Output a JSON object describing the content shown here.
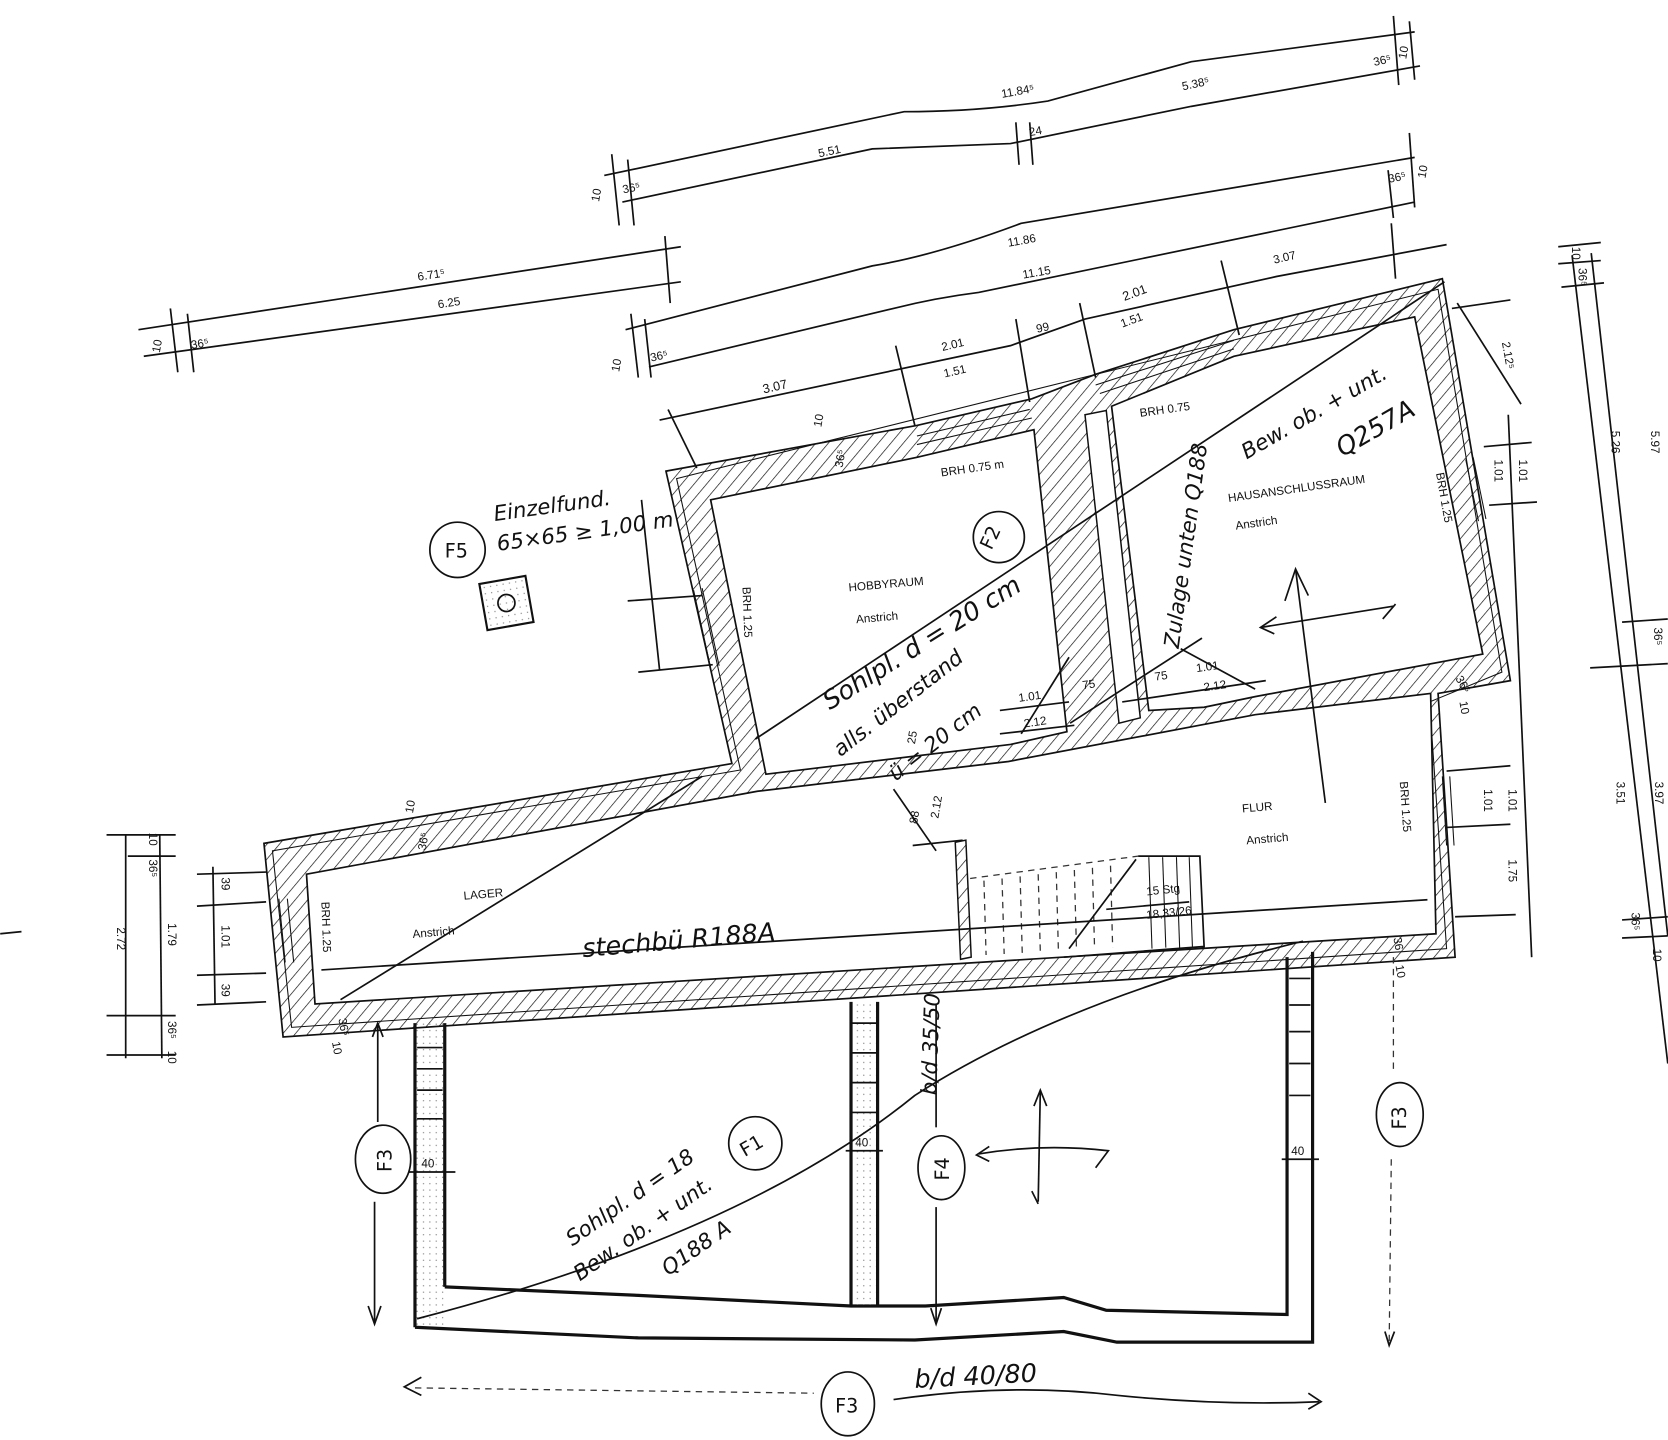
{
  "rooms": {
    "hobby": {
      "name": "HOBBYRAUM",
      "finish": "Anstrich",
      "sill_top": "BRH 0.75 m",
      "sill_left": "BRH 1.25"
    },
    "hausanschluss": {
      "name": "HAUSANSCHLUSSRAUM",
      "finish": "Anstrich",
      "sill_top": "BRH 0.75",
      "sill_right": "BRH 1.25"
    },
    "flur": {
      "name": "FLUR",
      "finish": "Anstrich",
      "sill_right": "BRH 1.25"
    },
    "lager": {
      "name": "LAGER",
      "finish": "Anstrich",
      "sill_left": "BRH 1.25"
    }
  },
  "stairs": {
    "count": "15 Stg",
    "ratio": "18,33/26"
  },
  "notes": {
    "f5_line1": "Einzelfund.",
    "f5_line2": "65×65 ≥ 1,00 m",
    "f2_line1": "Sohlpl. d = 20 cm",
    "f2_line2": "alls. überstand",
    "f2_line3": "ü = 20 cm",
    "har_line1": "Bew. ob. + unt.",
    "har_line2": "Q257A",
    "zulage": "Zulage unten Q188",
    "lager_note": "stechbü R188A",
    "f1_line1": "Sohlpl. d = 18",
    "f1_line2": "Bew. ob. + unt.",
    "f1_line3": "Q188 A",
    "f4_note": "b/d 35/50",
    "f3_note": "b/d 40/80"
  },
  "tags": {
    "f1": "F1",
    "f2": "F2",
    "f3a": "F3",
    "f3b": "F3",
    "f3c": "F3",
    "f4": "F4",
    "f5": "F5"
  },
  "dims": {
    "top": {
      "total1": "11.84⁵",
      "a": "5.51",
      "b": "24",
      "c": "5.38⁵",
      "l10": "10",
      "l365": "36⁵",
      "r365": "36⁵",
      "r10": "10"
    },
    "mid": {
      "total": "11.86",
      "inner": "11.15",
      "l10": "10",
      "l365": "36⁵",
      "r365": "36⁵",
      "r10": "10"
    },
    "upper_left": {
      "a": "6.71⁵",
      "b": "6.25",
      "l10": "10",
      "l365": "36⁵"
    },
    "row3": {
      "a": "3.07",
      "b": "2.01",
      "c": "1.51",
      "d": "99",
      "e": "2.01",
      "f": "1.51",
      "g": "3.07",
      "l10": "10",
      "l365": "36⁵"
    },
    "walls": {
      "hobby10": "10",
      "hobby365": "36⁵",
      "lager10": "10",
      "lager365": "36⁵",
      "bl365": "36⁵",
      "bl10": "10",
      "har365": "36⁵",
      "flur10": "10",
      "fr36": "36",
      "fr10": "10"
    },
    "inner": {
      "d101a": "1.01",
      "d212a": "2.12",
      "d25": "25",
      "d75a": "75",
      "d75b": "75",
      "d101b": "1.01",
      "d212b": "2.12",
      "d88": "88",
      "d212c": "2.12",
      "d40a": "40",
      "d40b": "40",
      "d40c": "40"
    },
    "right_outer": {
      "d212": "2.12⁵",
      "d101a": "1.01",
      "d101b": "1.01",
      "d101c": "1.01",
      "d101d": "1.01",
      "d175": "1.75"
    },
    "right_col": {
      "a": "10",
      "b": "36⁵",
      "c": "5.26",
      "d": "5.97",
      "e": "36⁵",
      "f": "3.51",
      "g": "3.97",
      "h": "36⁵",
      "i": "10"
    },
    "left_col": {
      "a": "10",
      "b": "36⁵",
      "c": "39",
      "d": "1.01",
      "e": "39",
      "f": "1.79",
      "g": "2.72",
      "h": "36⁵",
      "i": "10"
    }
  }
}
